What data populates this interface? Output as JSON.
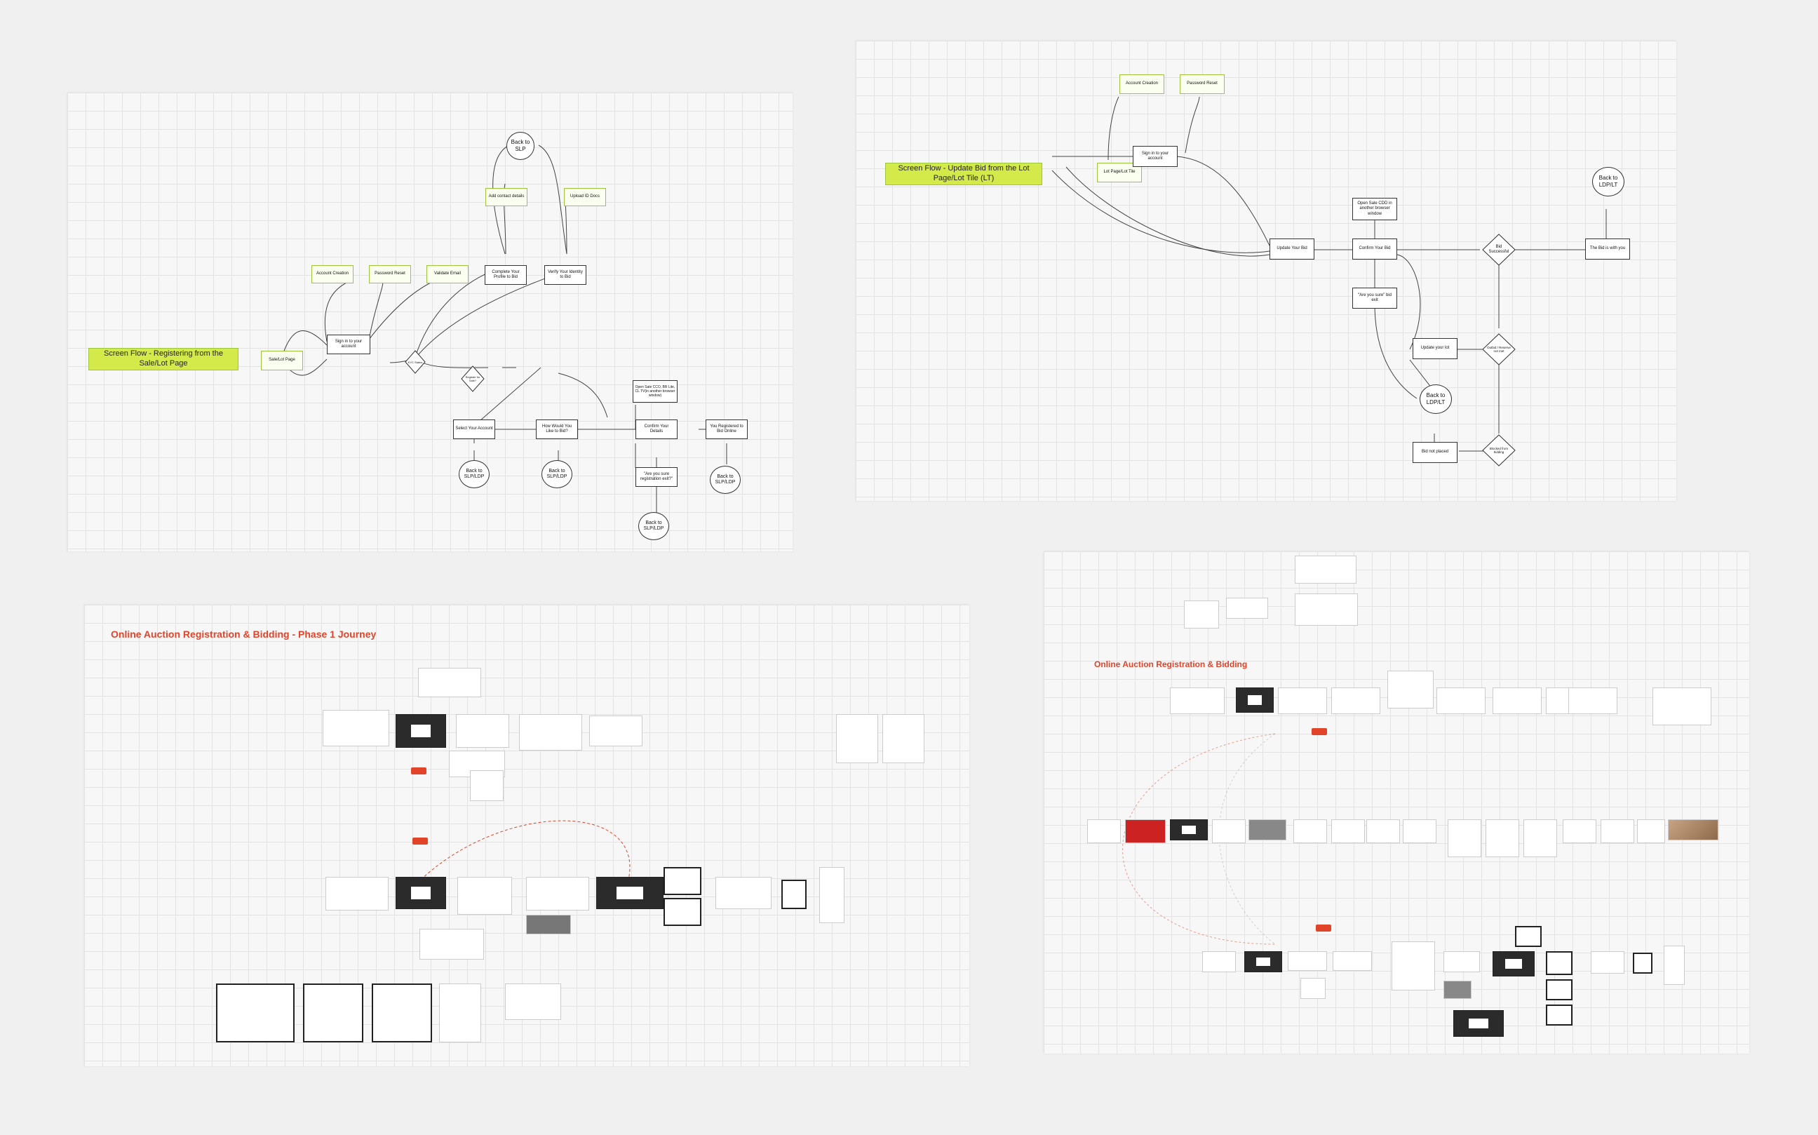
{
  "flow1": {
    "title": "Screen Flow - Registering from the Sale/Lot Page",
    "nodes": {
      "sale_lot_page": "Sale/Lot Page",
      "sign_in": "Sign in to your account",
      "account_creation": "Account Creation",
      "password_reset": "Password Reset",
      "validate_email": "Validate Email",
      "complete_profile": "Complete Your Profile to Bid",
      "verify_identity": "Verify Your Identity to Bid",
      "add_contact": "Add contact details",
      "upload_id": "Upload ID Docs",
      "back_slp": "Back to SLP",
      "kyc_status": "KYC Status",
      "register_check": "Register for Sale?",
      "select_account": "Select Your Account",
      "how_bid": "How Would You Like to Bid?",
      "confirm_details": "Confirm Your Details",
      "registered": "You Registered to Bid Online",
      "open_sale": "Open Sale CCO, BR Lite, CL TV(in another browser window)",
      "are_you_sure": "\"Are you sure registration exit?\"",
      "back_slp_ldp_1": "Back to SLP/LDP",
      "back_slp_ldp_2": "Back to SLP/LDP",
      "back_slp_ldp_3": "Back to SLP/LDP",
      "back_slp_ldp_4": "Back to SLP/LDP"
    }
  },
  "flow2": {
    "title": "Screen Flow - Update Bid from the Lot Page/Lot Tile (LT)",
    "nodes": {
      "account_creation": "Account Creation",
      "password_reset": "Password Reset",
      "lot_page_tile": "Lot Page/Lot Tile",
      "sign_in": "Sign in to your account",
      "update_bid": "Update Your Bid",
      "open_sale": "Open Sale CDD in another browser window",
      "confirm_bid": "Confirm Your Bid",
      "bid_successful": "Bid Successful",
      "bid_with_you": "The Bid is with you",
      "back_ldp_1": "Back to LDP/LT",
      "are_you_sure": "\"Are you sure\" bid exit",
      "update_lot": "Update your lot",
      "outbid": "Outbid / Reserve not met",
      "back_ldp_2": "Back to LDP/LT",
      "bid_not_placed": "Bid not placed",
      "blocked": "Blocked from bidding"
    }
  },
  "journey1": {
    "title": "Online Auction Registration & Bidding - Phase 1 Journey"
  },
  "journey2": {
    "title": "Online Auction Registration & Bidding"
  },
  "colors": {
    "accent": "#e2442a",
    "highlight": "#d3ea4a",
    "node_border": "#9bc53d"
  }
}
